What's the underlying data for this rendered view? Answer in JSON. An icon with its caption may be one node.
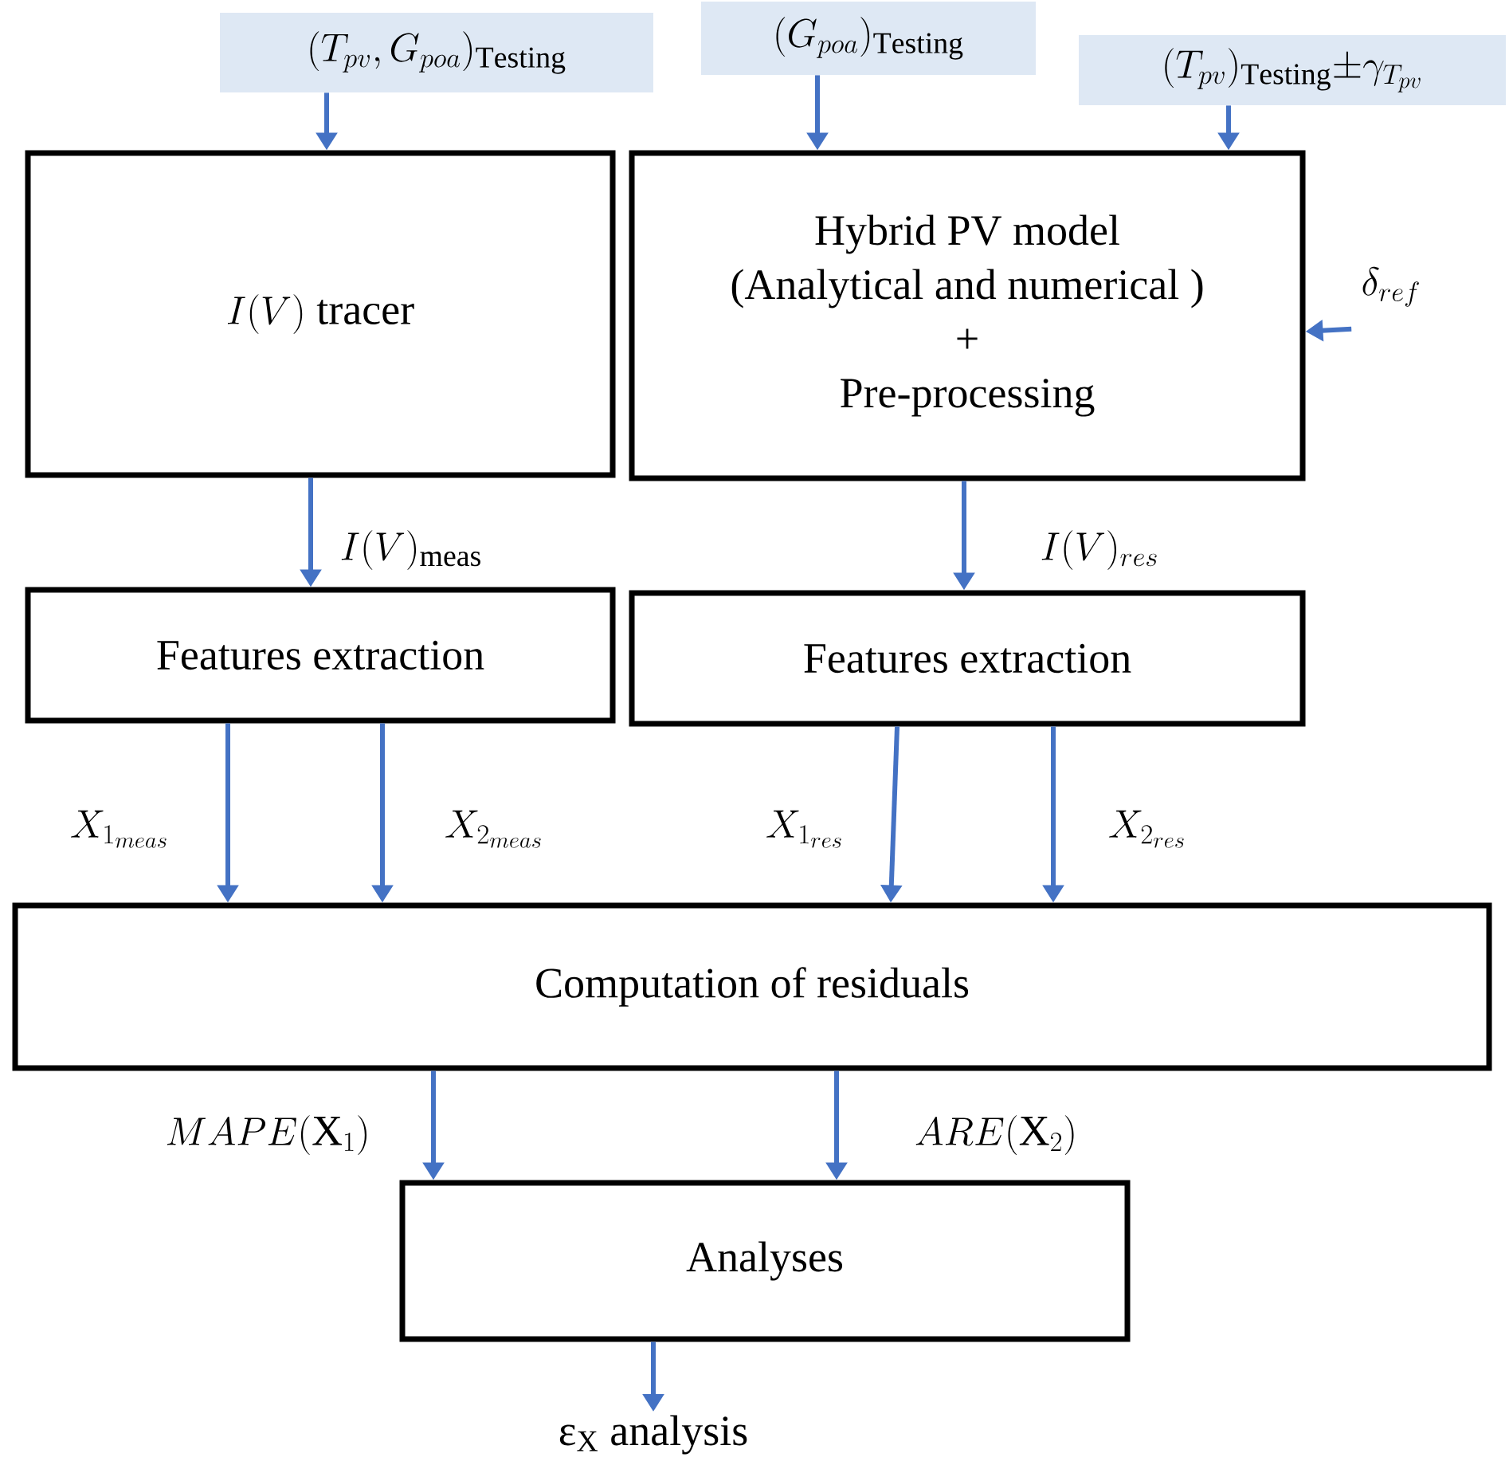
{
  "diagram": {
    "nodes": [
      {
        "text": [
          "(T_{pv}, G_{poa})_{\\mathrm{Testing}}"
        ]
      },
      {
        "text": [
          "(G_{poa})_{\\mathrm{Testing}}"
        ]
      },
      {
        "text": [
          "(T_{pv})_{\\mathrm{Testing}}{\\pm}\\gamma_{T_{pv}}"
        ]
      },
      {
        "text": [
          "I(V)\\text{ tracer}"
        ]
      },
      {
        "text": [
          "Hybrid PV model",
          "(Analytical and numerical )",
          "+",
          "Pre-processing"
        ]
      },
      {
        "text": [
          "\\delta_{ref}"
        ]
      },
      {
        "text": [
          "Features extraction"
        ]
      },
      {
        "text": [
          "Features extraction"
        ]
      },
      {
        "text": [
          "Computation of residuals"
        ]
      },
      {
        "text": [
          "Analyses"
        ]
      },
      {
        "text": [
          "\\text{ε}_{\\text{X}}\\text{ analysis}"
        ]
      }
    ],
    "edges": [
      {
        "from": 0,
        "to": 3,
        "arrow": "to"
      },
      {
        "from": 1,
        "to": 4,
        "arrow": "to"
      },
      {
        "from": 2,
        "to": 4,
        "arrow": "to"
      },
      {
        "from": 5,
        "to": 4,
        "arrow": "to"
      },
      {
        "from": 3,
        "to": 6,
        "arrow": "to",
        "label": "I(V)_{\\mathrm{meas}}"
      },
      {
        "from": 4,
        "to": 7,
        "arrow": "to",
        "label": "I(V)_{res}"
      },
      {
        "from": 6,
        "to": 8,
        "arrow": "to",
        "label": "X_{1_{meas}}"
      },
      {
        "from": 6,
        "to": 8,
        "arrow": "to",
        "label": "X_{2_{meas}}"
      },
      {
        "from": 7,
        "to": 8,
        "arrow": "to",
        "label": "X_{1_{res}}"
      },
      {
        "from": 7,
        "to": 8,
        "arrow": "to",
        "label": "X_{2_{res}}"
      },
      {
        "from": 8,
        "to": 9,
        "arrow": "to",
        "label": "MAPE(\\mathrm{X}_1)"
      },
      {
        "from": 8,
        "to": 9,
        "arrow": "to",
        "label": "ARE(\\mathrm{X}_2)"
      },
      {
        "from": 9,
        "to": 10,
        "arrow": "to"
      }
    ]
  }
}
